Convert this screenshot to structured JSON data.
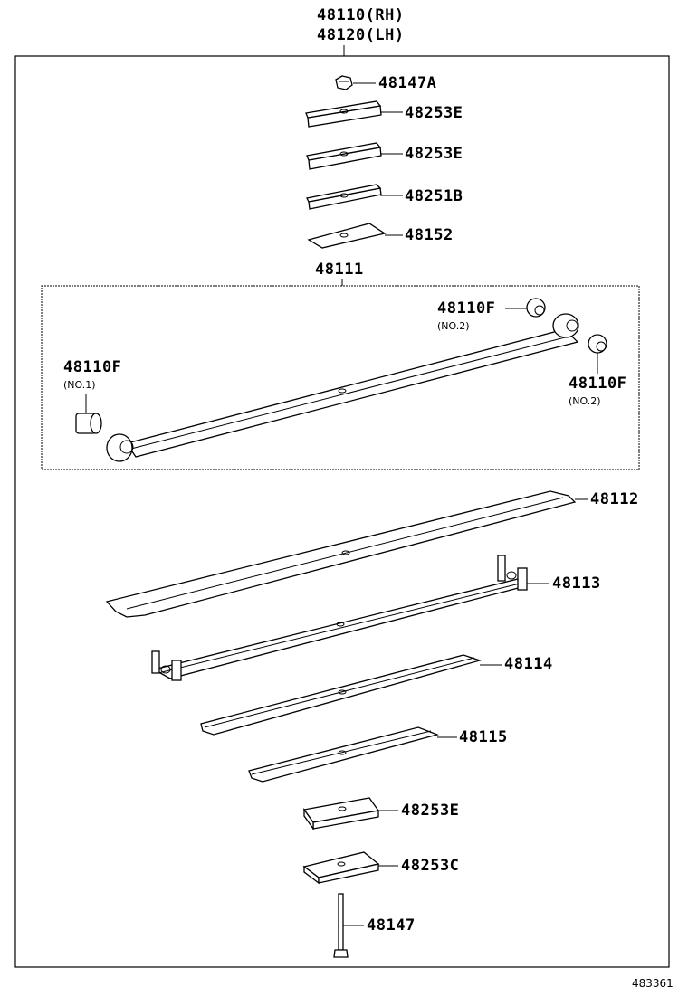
{
  "title": {
    "line1": "48110(RH)",
    "line2": "48120(LH)"
  },
  "parts": {
    "p48147a": "48147A",
    "p48253e_1": "48253E",
    "p48253e_2": "48253E",
    "p48251b": "48251B",
    "p48152": "48152",
    "p48111": "48111",
    "p48110f_top": {
      "label": "48110F",
      "note": "(NO.2)"
    },
    "p48110f_left": {
      "label": "48110F",
      "note": "(NO.1)"
    },
    "p48110f_right": {
      "label": "48110F",
      "note": "(NO.2)"
    },
    "p48112": "48112",
    "p48113": "48113",
    "p48114": "48114",
    "p48115": "48115",
    "p48253e_3": "48253E",
    "p48253c": "48253C",
    "p48147": "48147"
  },
  "figure_ref": "483361"
}
